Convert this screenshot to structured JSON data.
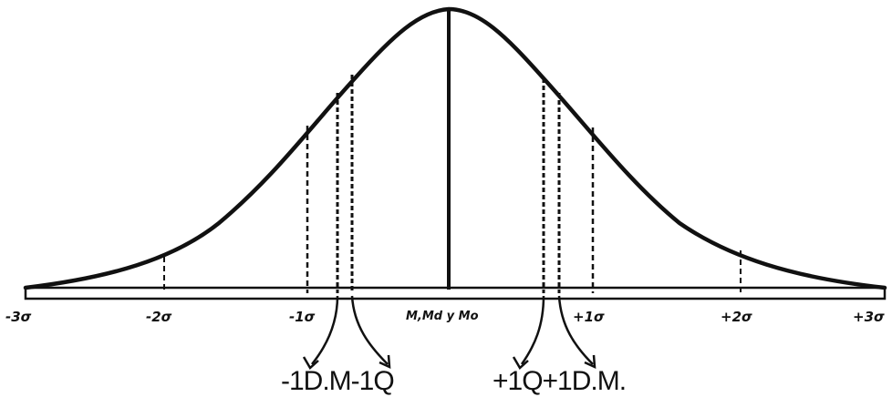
{
  "axis": {
    "tick_labels": [
      "-3σ",
      "-2σ",
      "-1σ",
      "M,Md y Mo",
      "+1σ",
      "+2σ",
      "+3σ"
    ]
  },
  "annotations": {
    "left": "-1D.M-1Q",
    "right": "+1Q+1D.M."
  },
  "colors": {
    "ink": "#111111",
    "background": "#ffffff"
  }
}
